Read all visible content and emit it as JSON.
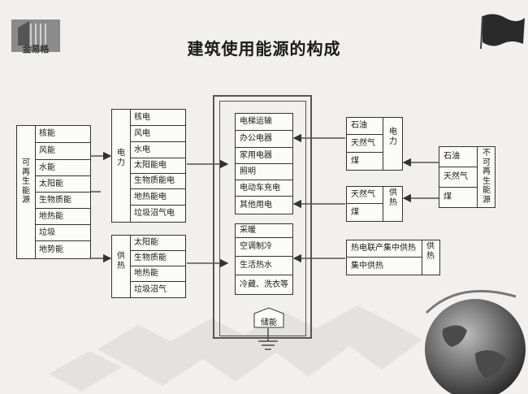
{
  "title": "建筑使用能源的构成",
  "logo_text": "金易格",
  "renewable": {
    "label": "可再生能源",
    "items": [
      "核能",
      "风能",
      "水能",
      "太阳能",
      "生物质能",
      "地热能",
      "垃圾",
      "地势能"
    ]
  },
  "power_mid": {
    "label": "电力",
    "items": [
      "核电",
      "风电",
      "水电",
      "太阳能电",
      "生物质能电",
      "地热能电",
      "垃圾沼气电"
    ]
  },
  "heat_mid": {
    "label": "供热",
    "items": [
      "太阳能",
      "生物质能",
      "地热能",
      "垃圾沼气"
    ]
  },
  "building_power": [
    "电梯运输",
    "办公电器",
    "家用电器",
    "照明",
    "电动车充电",
    "其他用电"
  ],
  "building_heat": [
    "采暖",
    "空调制冷",
    "生活热水",
    "冷藏、洗衣等"
  ],
  "storage": "储能",
  "fossil_power": {
    "label": "电力",
    "items": [
      "石油",
      "天然气",
      "煤"
    ]
  },
  "fossil_heat": {
    "label": "供热",
    "items": [
      "天然气",
      "煤"
    ]
  },
  "cogeneration": {
    "label": "供热",
    "items": [
      "热电联产集中供热",
      "集中供热"
    ]
  },
  "nonrenewable": {
    "label": "不可再生能源",
    "items": [
      "石油",
      "天然气",
      "煤"
    ]
  },
  "colors": {
    "line": "#333333",
    "box_fill": "#fbfbf9",
    "background": "#f1f0ee"
  }
}
